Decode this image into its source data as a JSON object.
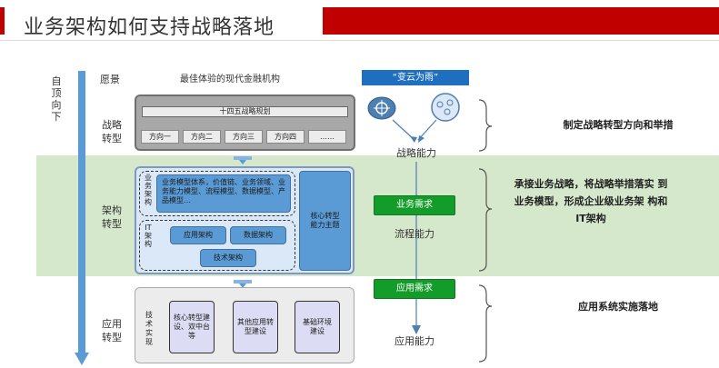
{
  "header": {
    "title": "业务架构如何支持战略落地"
  },
  "left_axis": {
    "top_down": "自顶向下"
  },
  "rows": {
    "vision_label": "愿景",
    "vision_text": "最佳体验的现代金融机构",
    "strategy_label": "战略转型",
    "arch_label": "架构转型",
    "app_label": "应用转型"
  },
  "strategy": {
    "plan": "十四五战略规划",
    "directions": [
      "方向一",
      "方向二",
      "方向三",
      "方向四",
      "……"
    ]
  },
  "architecture": {
    "business_arch_label": "业务架构",
    "business_arch_text": "业务模型体系，价值链、业务领域、业务能力模型、流程模型、数据模型、产品模型…",
    "it_arch_label": "IT架构",
    "app_arch": "应用架构",
    "data_arch": "数据架构",
    "tech_arch": "技术架构",
    "core_capability": "核心转型能力主题"
  },
  "application": {
    "tech_impl": "技术实现",
    "items": [
      "核心转型建设、双中台等",
      "其他应用转型建设",
      "基础环境建设"
    ]
  },
  "right": {
    "cloud_label": "“变云为雨”",
    "strategy_capability": "战略能力",
    "business_req": "业务需求",
    "process_capability": "流程能力",
    "app_req": "应用需求",
    "app_capability": "应用能力"
  },
  "summary": {
    "strategy": "制定战略转型方向和举措",
    "architecture": "承接业务战略，将战略举措落实 到业务模型，形成企业级业务架 构和IT架构",
    "application": "应用系统实施落地"
  }
}
